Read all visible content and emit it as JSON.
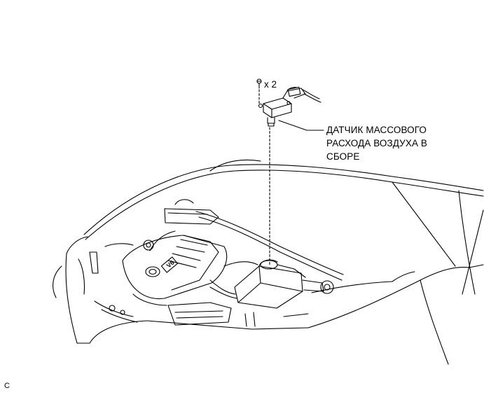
{
  "diagram": {
    "callout_lines": [
      "ДАТЧИК МАССОВОГО",
      "РАСХОДА ВОЗДУХА В",
      "СБОРЕ"
    ],
    "quantity_label": "x 2",
    "engine_badge": "V6",
    "corner_code": "C"
  }
}
